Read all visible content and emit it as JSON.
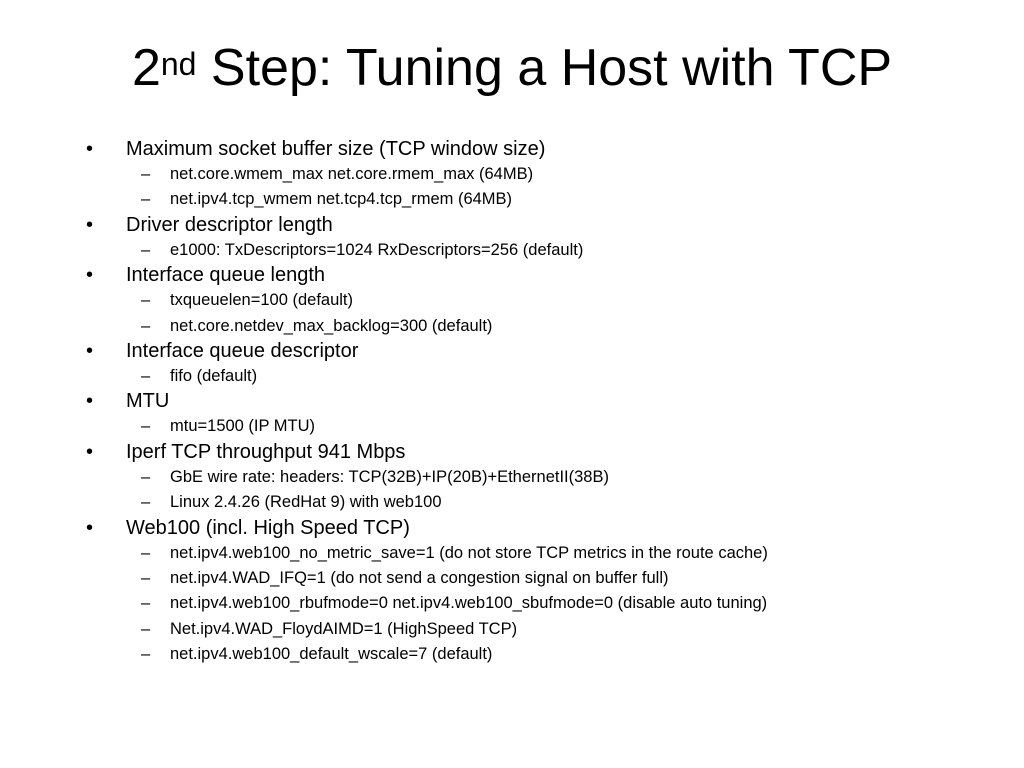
{
  "slide": {
    "title_prefix": "2",
    "title_superscript": "nd",
    "title_rest": " Step: Tuning a Host with TCP",
    "bullet_marker": "•",
    "sub_marker": "–",
    "bullets": [
      {
        "text": "Maximum socket buffer size (TCP window size)",
        "subs": [
          "net.core.wmem_max net.core.rmem_max (64MB)",
          "net.ipv4.tcp_wmem net.tcp4.tcp_rmem (64MB)"
        ]
      },
      {
        "text": "Driver descriptor length",
        "subs": [
          "e1000: TxDescriptors=1024 RxDescriptors=256 (default)"
        ]
      },
      {
        "text": "Interface queue length",
        "subs": [
          "txqueuelen=100 (default)",
          "net.core.netdev_max_backlog=300 (default)"
        ]
      },
      {
        "text": "Interface queue descriptor",
        "subs": [
          "fifo (default)"
        ]
      },
      {
        "text": "MTU",
        "subs": [
          "mtu=1500 (IP MTU)"
        ]
      },
      {
        "text": "Iperf TCP throughput 941 Mbps",
        "subs": [
          "GbE wire rate: headers: TCP(32B)+IP(20B)+EthernetII(38B)",
          "Linux 2.4.26 (RedHat 9) with web100"
        ]
      },
      {
        "text": "Web100 (incl. High Speed TCP)",
        "subs": [
          "net.ipv4.web100_no_metric_save=1 (do not store TCP metrics in the route cache)",
          "net.ipv4.WAD_IFQ=1 (do not send a congestion signal on buffer full)",
          "net.ipv4.web100_rbufmode=0 net.ipv4.web100_sbufmode=0 (disable auto tuning)",
          "Net.ipv4.WAD_FloydAIMD=1 (HighSpeed TCP)",
          "net.ipv4.web100_default_wscale=7 (default)"
        ]
      }
    ]
  }
}
